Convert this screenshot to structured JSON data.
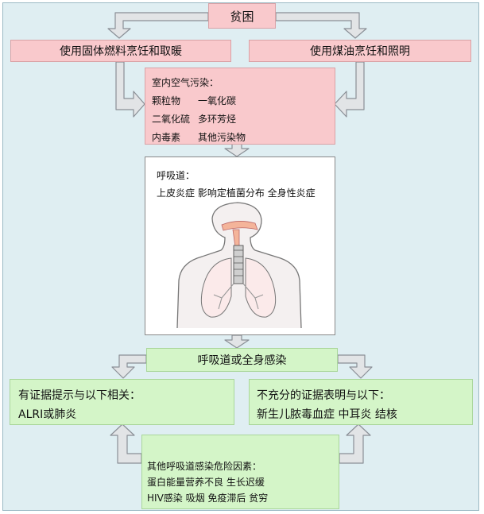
{
  "poverty": "贫困",
  "solid_fuel": "使用固体燃料烹饪和取暖",
  "kerosene": "使用煤油烹饪和照明",
  "indoor_pollution": {
    "title": "室内空气污染：",
    "rows": [
      [
        "颗粒物",
        "一氧化碳"
      ],
      [
        "二氧化硫",
        "多环芳烃"
      ],
      [
        "内毒素",
        "其他污染物"
      ]
    ]
  },
  "respiratory_tract": {
    "title": "呼吸道：",
    "effects": "上皮炎症  影响定植菌分布  全身性炎症"
  },
  "infection": "呼吸道或全身感染",
  "evidence_related": {
    "title": "有证据提示与以下相关：",
    "items": "ALRI或肺炎"
  },
  "insufficient_evidence": {
    "title": "不充分的证据表明与以下：",
    "items": "新生儿脓毒血症   中耳炎    结核"
  },
  "other_risks": {
    "title": "其他呼吸道感染危险因素：",
    "line1": "蛋白能量营养不良      生长迟缓",
    "line2": "HIV感染     吸烟      免疫滞后    贫穷"
  },
  "colors": {
    "pink": "#f9c9cc",
    "green": "#d4f5c8",
    "arrow_fill": "#e2e4e6",
    "arrow_stroke": "#8a8f96",
    "background": "#dfeef2"
  }
}
